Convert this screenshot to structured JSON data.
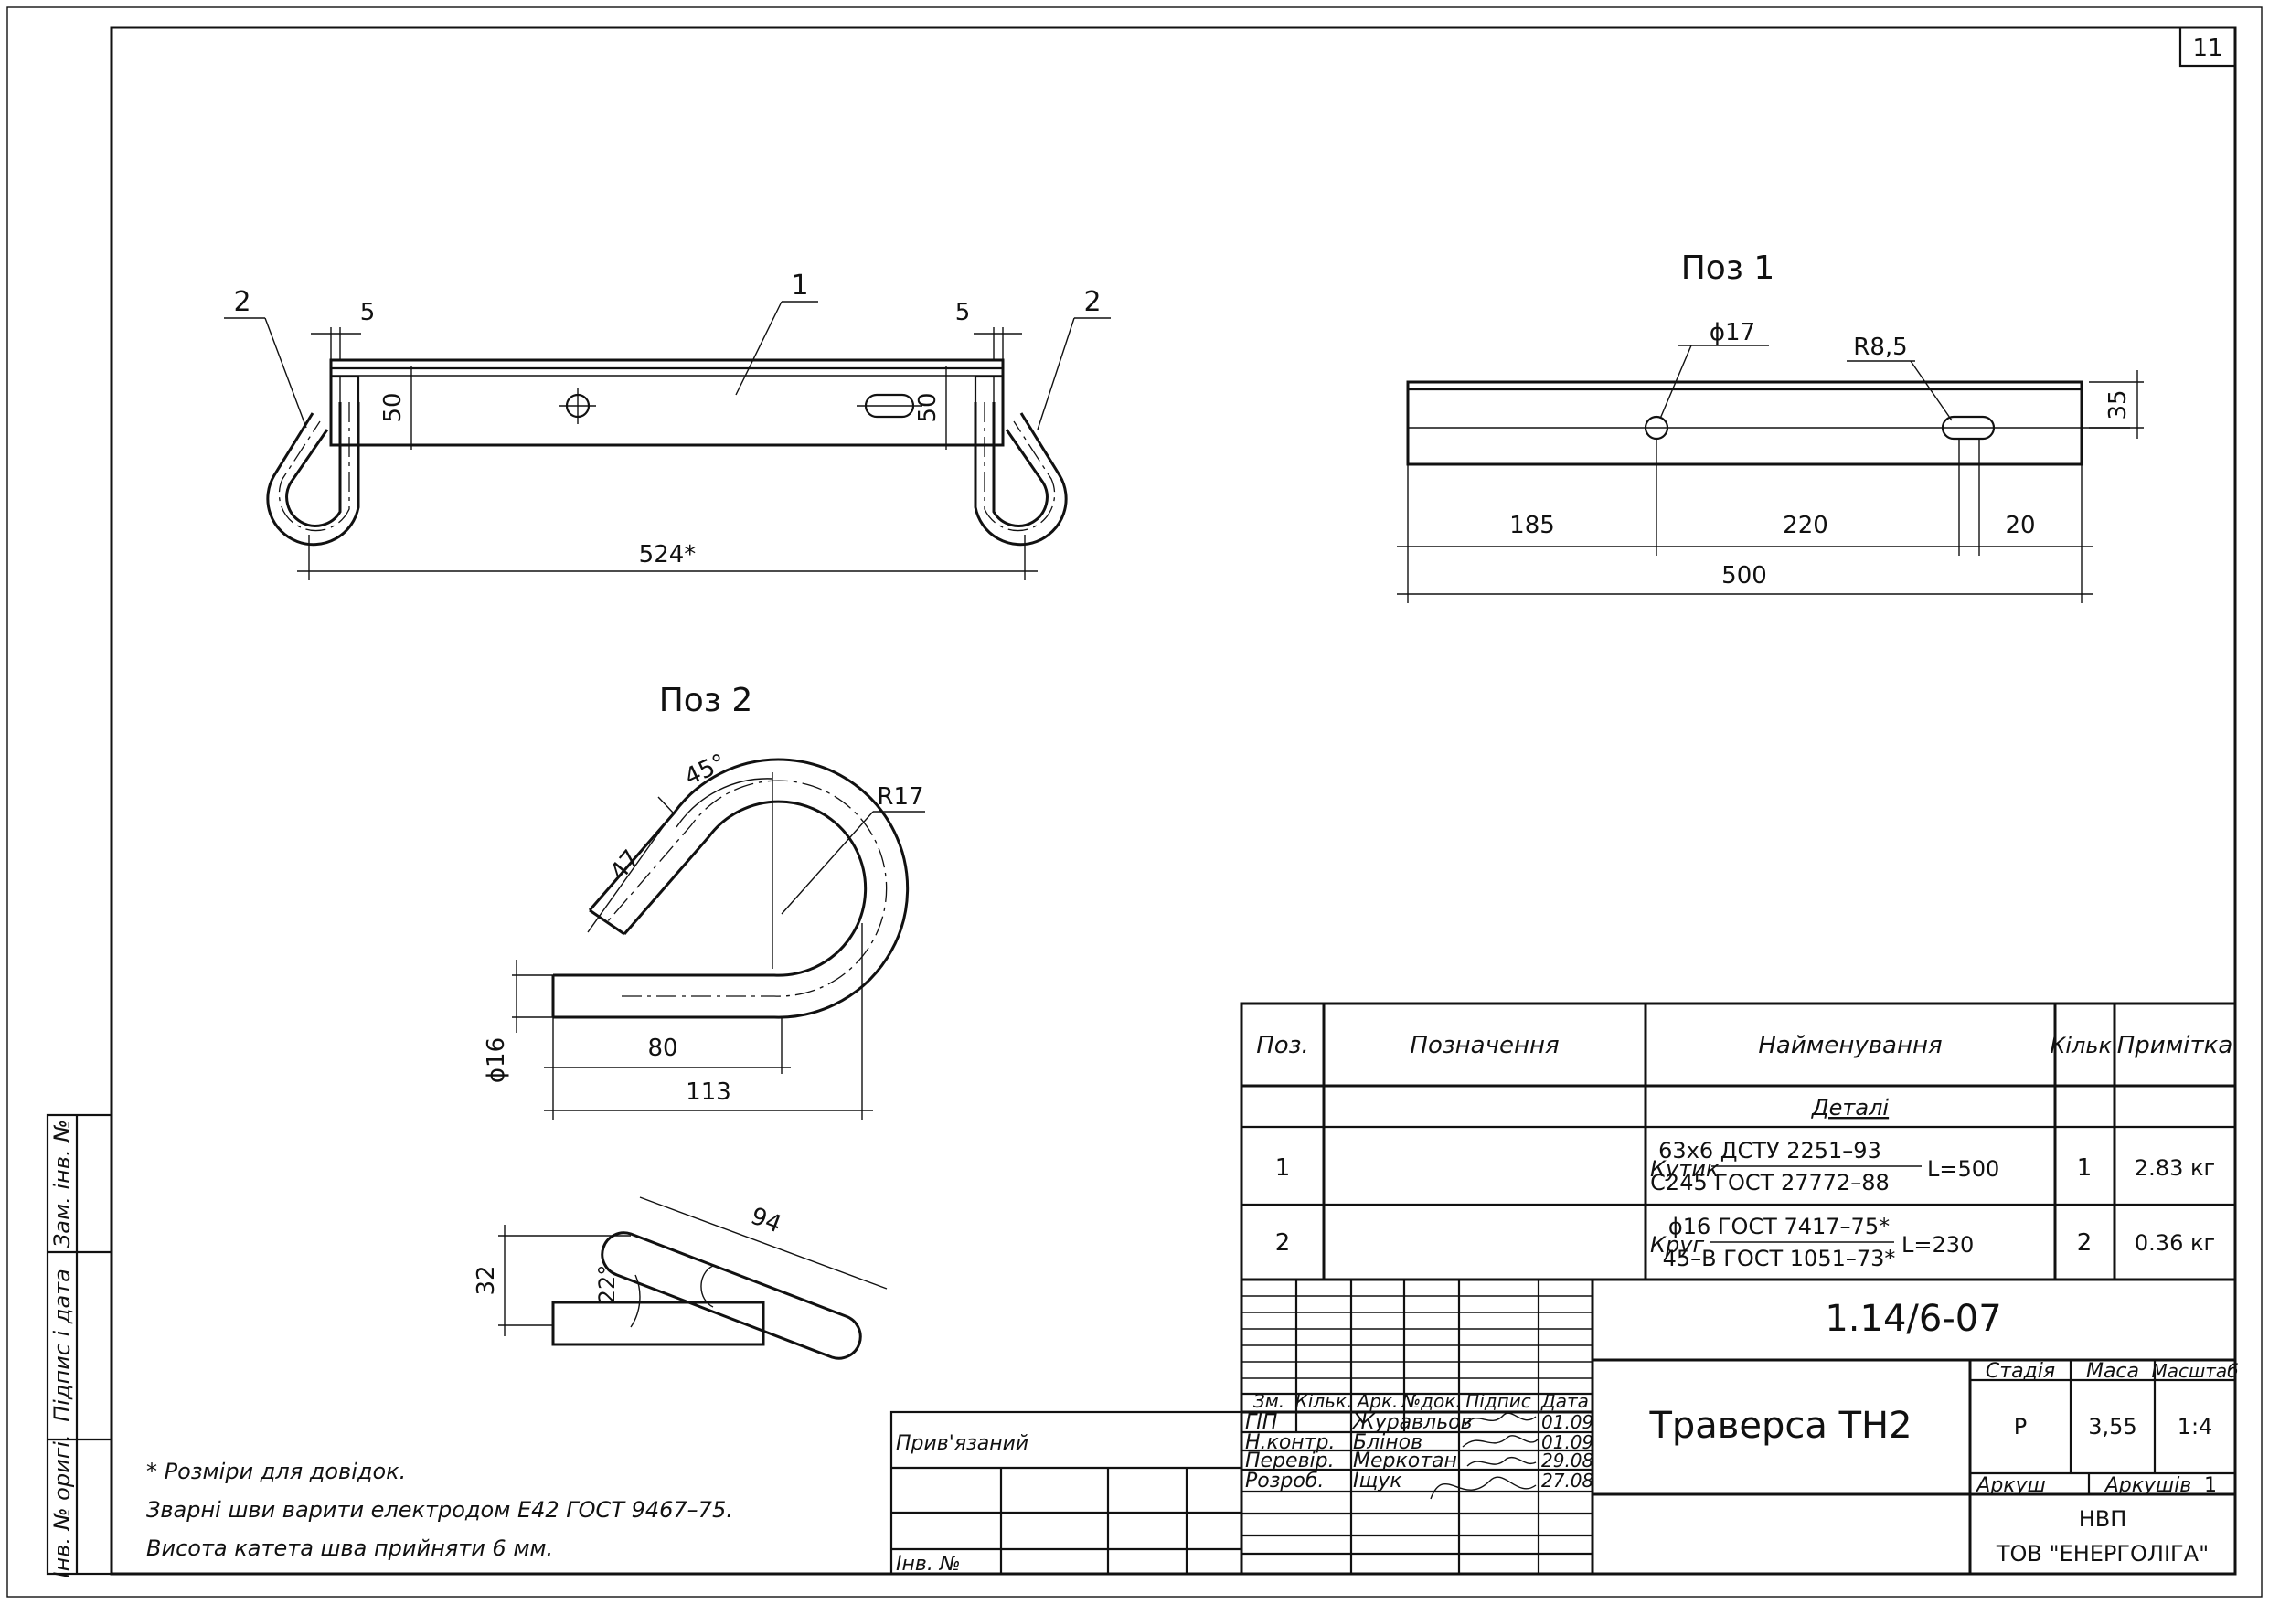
{
  "sheet": {
    "number": "11"
  },
  "views": {
    "assembly": {
      "callouts": {
        "left_pos": "2",
        "center_pos": "1",
        "right_pos": "2"
      },
      "dims": {
        "left_gap": "5",
        "right_gap": "5",
        "left_height": "50",
        "right_height": "50",
        "overall": "524*"
      }
    },
    "pos1": {
      "title": "Поз 1",
      "dims": {
        "hole": "ϕ17",
        "slot": "R8,5",
        "height": "35",
        "d1": "185",
        "d2": "220",
        "d3": "20",
        "total": "500"
      }
    },
    "pos2": {
      "title": "Поз 2",
      "dims": {
        "angle": "45°",
        "radius": "R17",
        "leg": "47",
        "diameter": "ϕ16",
        "straight": "80",
        "overall": "113",
        "side_length": "94",
        "side_height": "32",
        "side_angle": "22°"
      }
    }
  },
  "notes": [
    "* Розміри для довідок.",
    "Зварні шви варити електродом Е42 ГОСТ 9467–75.",
    "Висота катета шва прийняти 6 мм."
  ],
  "side_stamp": {
    "zam": "Зам. інв. №",
    "pidpys": "Підпис і дата",
    "inv": "Інв. № оригі."
  },
  "spec_table": {
    "headers": {
      "pos": "Поз.",
      "designation": "Позначення",
      "name": "Найменування",
      "qty": "Кільк.",
      "note": "Примітка"
    },
    "section": "Деталі",
    "rows": [
      {
        "pos": "1",
        "prefix": "Кутик",
        "top": "63х6 ДСТУ 2251–93",
        "bottom": "С245 ГОСТ 27772–88",
        "suffix": "L=500",
        "qty": "1",
        "note": "2.83 кг"
      },
      {
        "pos": "2",
        "prefix": "Круг",
        "top": "ϕ16 ГОСТ 7417–75*",
        "bottom": "45–В ГОСТ 1051–73*",
        "suffix": "L=230",
        "qty": "2",
        "note": "0.36 кг"
      }
    ]
  },
  "title_block": {
    "code": "1.14/6-07",
    "title": "Траверса ТН2",
    "col_headers": {
      "zm": "Зм.",
      "kilk": "Кільк.",
      "ark": "Арк.",
      "ndok": "№док.",
      "pidpys": "Підпис",
      "data": "Дата"
    },
    "roles": [
      {
        "role": "ГІП",
        "name": "Журавльов",
        "date": "01.09"
      },
      {
        "role": "Н.контр.",
        "name": "Блінов",
        "date": "01.09"
      },
      {
        "role": "Перевір.",
        "name": "Меркотан",
        "date": "29.08"
      },
      {
        "role": "Розроб.",
        "name": "Іщук",
        "date": "27.08"
      }
    ],
    "stage_label": "Стадія",
    "mass_label": "Маса",
    "scale_label": "Масштаб",
    "stage": "Р",
    "mass": "3,55",
    "scale": "1:4",
    "sheet_label": "Аркуш",
    "sheets_label": "Аркушів",
    "sheets": "1",
    "org_line1": "НВП",
    "org_line2": "ТОВ \"ЕНЕРГОЛІГА\"",
    "attached": "Прив'язаний",
    "inv": "Інв. №"
  }
}
